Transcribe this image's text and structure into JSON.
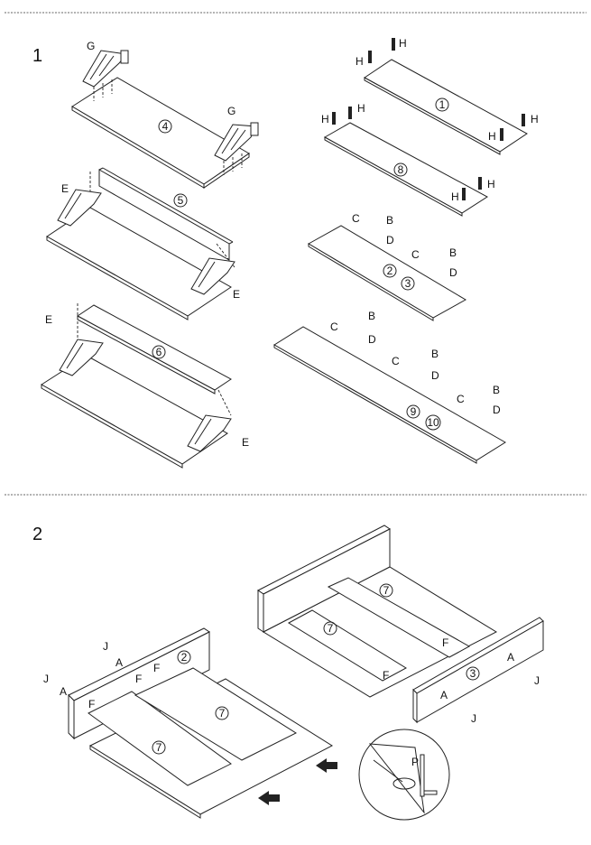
{
  "steps": [
    {
      "number": "1",
      "parts": {
        "panel_4": "4",
        "panel_5": "5",
        "panel_6": "6",
        "panel_1": "1",
        "panel_8": "8",
        "panel_2": "2",
        "panel_3": "3",
        "panel_9": "9",
        "panel_10": "10"
      },
      "hardware": {
        "g": "G",
        "e": "E",
        "h": "H",
        "c": "C",
        "b": "B",
        "d": "D"
      }
    },
    {
      "number": "2",
      "parts": {
        "panel_2": "2",
        "panel_3": "3",
        "panel_7": "7"
      },
      "hardware": {
        "j": "J",
        "a": "A",
        "f": "F",
        "p": "P"
      }
    }
  ]
}
